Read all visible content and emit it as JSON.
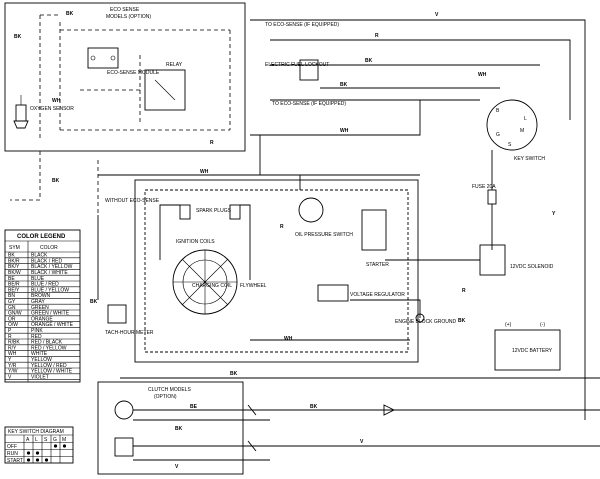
{
  "eco_sense": {
    "title": "ECO SENSE",
    "subtitle": "MODELS (OPTION)",
    "module": "ECO-SENSE MODULE",
    "relay": "RELAY",
    "oxygen_sensor": "OXYGEN SENSOR",
    "without_eco": "WITHOUT ECO-SENSE",
    "to_eco_top": "TO ECO-SENSE (IF EQUIPPED)",
    "to_eco_mid": "TO ECO-SENSE (IF EQUIPPED)"
  },
  "components": {
    "fuel_lockout": "ELECTRIC FUEL LOCKOUT",
    "key_switch": "KEY SWITCH",
    "fuse": "FUSE 20A",
    "oil_pressure": "OIL PRESSURE SWITCH",
    "starter": "STARTER",
    "solenoid": "12VDC SOLENOID",
    "spark_plugs": "SPARK PLUGS",
    "ignition_coils": "IGNITION COILS",
    "charging_coil": "CHARGING COIL",
    "flywheel": "FLYWHEEL",
    "voltage_regulator": "VOLTAGE REGULATOR",
    "engine_ground": "ENGINE BLOCK GROUND",
    "battery": "12VDC BATTERY",
    "tach": "TACH-HOUR METER",
    "clutch_title": "CLUTCH MODELS",
    "clutch_sub": "(OPTION)"
  },
  "key_terminals": [
    "B",
    "L",
    "M",
    "G",
    "S"
  ],
  "battery_terminals": [
    "(+)",
    "(-)"
  ],
  "wire_labels": {
    "bk": "BK",
    "r": "R",
    "v": "V",
    "wh": "WH",
    "y": "Y",
    "be": "BE"
  },
  "color_legend": {
    "title": "COLOR LEGEND",
    "col_sym": "SYM",
    "col_color": "COLOR",
    "rows": [
      {
        "sym": "BK",
        "color": "BLACK"
      },
      {
        "sym": "BK/R",
        "color": "BLACK / RED"
      },
      {
        "sym": "BK/Y",
        "color": "BLACK / YELLOW"
      },
      {
        "sym": "BK/W",
        "color": "BLACK / WHITE"
      },
      {
        "sym": "BE",
        "color": "BLUE"
      },
      {
        "sym": "BE/R",
        "color": "BLUE / RED"
      },
      {
        "sym": "BE/Y",
        "color": "BLUE / YELLOW"
      },
      {
        "sym": "BN",
        "color": "BROWN"
      },
      {
        "sym": "GY",
        "color": "GRAY"
      },
      {
        "sym": "GN",
        "color": "GREEN"
      },
      {
        "sym": "GN/W",
        "color": "GREEN / WHITE"
      },
      {
        "sym": "OR",
        "color": "ORANGE"
      },
      {
        "sym": "O/W",
        "color": "ORANGE / WHITE"
      },
      {
        "sym": "P",
        "color": "PINK"
      },
      {
        "sym": "R",
        "color": "RED"
      },
      {
        "sym": "R/BK",
        "color": "RED / BLACK"
      },
      {
        "sym": "R/Y",
        "color": "RED / YELLOW"
      },
      {
        "sym": "WH",
        "color": "WHITE"
      },
      {
        "sym": "Y",
        "color": "YELLOW"
      },
      {
        "sym": "Y/R",
        "color": "YELLOW / RED"
      },
      {
        "sym": "Y/W",
        "color": "YELLOW / WHITE"
      },
      {
        "sym": "V",
        "color": "VIOLET"
      }
    ]
  },
  "key_switch_diagram": {
    "title": "KEY SWITCH DIAGRAM",
    "columns": [
      "A",
      "L",
      "S",
      "G",
      "M"
    ],
    "rows": [
      {
        "label": "OFF",
        "dots": [
          false,
          false,
          false,
          true,
          true
        ]
      },
      {
        "label": "RUN",
        "dots": [
          true,
          true,
          false,
          false,
          false
        ]
      },
      {
        "label": "START",
        "dots": [
          true,
          true,
          true,
          false,
          false
        ]
      }
    ]
  }
}
